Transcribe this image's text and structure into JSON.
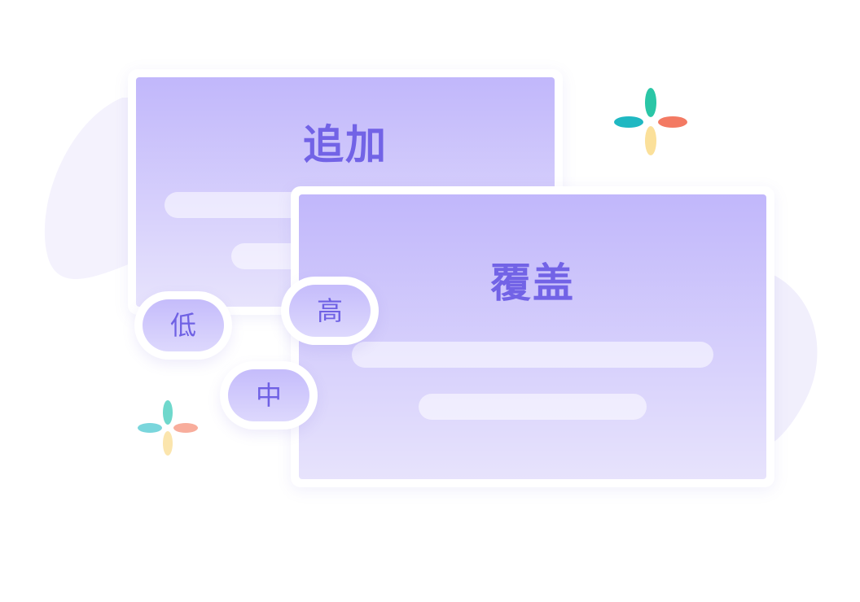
{
  "cards": {
    "append": {
      "title": "追加"
    },
    "overwrite": {
      "title": "覆盖"
    }
  },
  "priority_chips": [
    {
      "label": "低"
    },
    {
      "label": "高"
    },
    {
      "label": "中"
    }
  ],
  "colors": {
    "accent": "#7263e6",
    "panel_top": "#c1b7fb",
    "panel_bottom": "#e7e3fc",
    "backdrop": "#f4f2fd",
    "sparkle_teal": "#1fb8c2",
    "sparkle_coral": "#f37a63",
    "sparkle_yellow": "#fbe09a",
    "sparkle_teal_green": "#2ac6a6"
  },
  "icons": [
    "sparkle-icon-large",
    "sparkle-icon-small"
  ]
}
